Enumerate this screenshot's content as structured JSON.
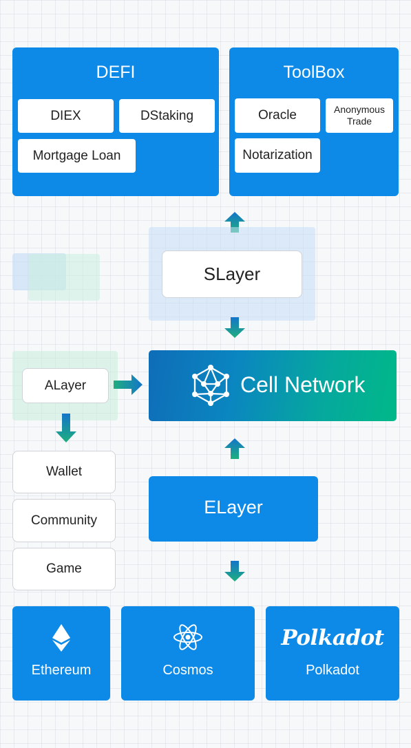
{
  "defi": {
    "title": "DEFI",
    "items": [
      "DIEX",
      "DStaking",
      "Mortgage Loan"
    ]
  },
  "toolbox": {
    "title": "ToolBox",
    "oracle": "Oracle",
    "anonymous_line1": "Anonymous",
    "anonymous_line2": "Trade",
    "notarization": "Notarization"
  },
  "slayer": {
    "label": "SLayer"
  },
  "alayer": {
    "label": "ALayer"
  },
  "cell_network": {
    "label": "Cell Network"
  },
  "elayer": {
    "label": "ELayer"
  },
  "apps": [
    "Wallet",
    "Community",
    "Game"
  ],
  "chains": [
    {
      "label": "Ethereum",
      "icon": "ethereum-icon"
    },
    {
      "label": "Cosmos",
      "icon": "cosmos-icon"
    },
    {
      "label": "Polkadot",
      "icon": "polkadot-logo",
      "logo_text": "Polkadot"
    }
  ],
  "colors": {
    "panel_blue": "#0d8ae8",
    "arrow_green": "#1e9e7e",
    "arrow_blue": "#1475c9",
    "cell_gradient_start": "#0f6db8",
    "cell_gradient_end": "#00b888"
  }
}
